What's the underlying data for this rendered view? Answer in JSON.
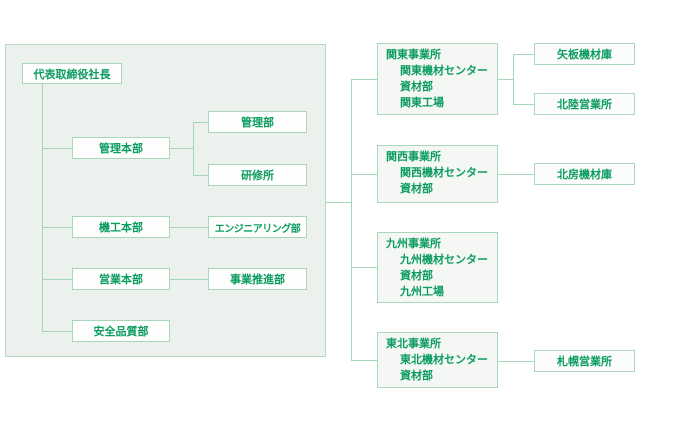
{
  "diagram": {
    "type": "org-chart",
    "colors": {
      "text_green": "#0c9c60",
      "line_green": "#a5d6b8",
      "container_fill": "#edf1ed",
      "office_fill": "#f4f7f4",
      "leaf_fill": "#fdfefd"
    },
    "nodes": {
      "president": "代表取締役社長",
      "left": [
        {
          "label": "管理本部",
          "children": [
            "管理部",
            "研修所"
          ]
        },
        {
          "label": "機工本部",
          "children": [
            "エンジニアリング部"
          ]
        },
        {
          "label": "営業本部",
          "children": [
            "事業推進部"
          ]
        },
        {
          "label": "安全品質部",
          "children": []
        }
      ],
      "offices": [
        {
          "title": "関東事業所",
          "items": [
            "関東機材センター",
            "資材部",
            "関東工場"
          ],
          "children": [
            "矢板機材庫",
            "北陸営業所"
          ]
        },
        {
          "title": "関西事業所",
          "items": [
            "関西機材センター",
            "資材部"
          ],
          "children": [
            "北房機材庫"
          ]
        },
        {
          "title": "九州事業所",
          "items": [
            "九州機材センター",
            "資材部",
            "九州工場"
          ],
          "children": []
        },
        {
          "title": "東北事業所",
          "items": [
            "東北機材センター",
            "資材部"
          ],
          "children": [
            "札幌営業所"
          ]
        }
      ]
    }
  }
}
